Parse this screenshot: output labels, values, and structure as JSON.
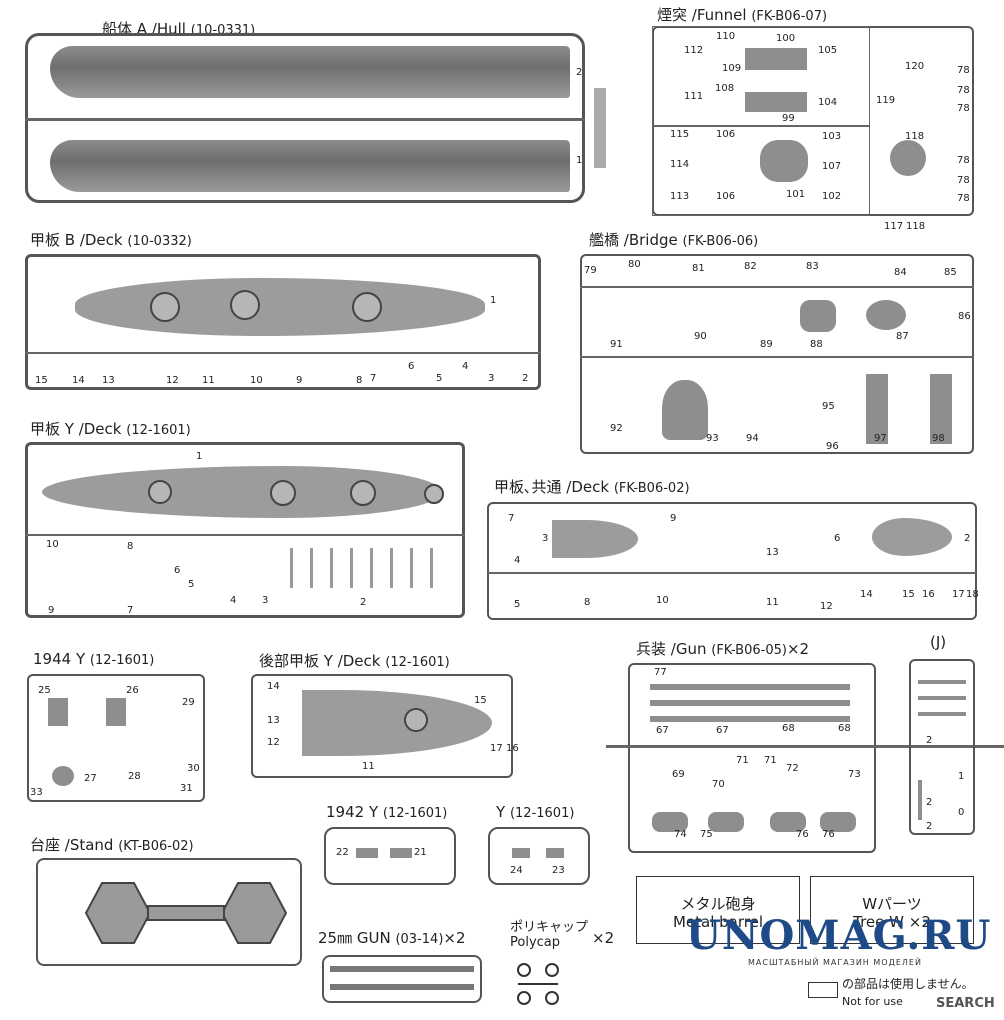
{
  "sprues": {
    "hull": {
      "title": "船体 A /Hull",
      "code": "(10-0331)",
      "parts": [
        "2",
        "1"
      ]
    },
    "funnel": {
      "title": "煙突 /Funnel",
      "code": "(FK-B06-07)",
      "parts": [
        "110",
        "112",
        "109",
        "108",
        "111",
        "100",
        "105",
        "104",
        "99",
        "120",
        "119",
        "78",
        "78",
        "78",
        "115",
        "106",
        "103",
        "114",
        "107",
        "118",
        "78",
        "78",
        "78",
        "113",
        "106",
        "101",
        "102",
        "117",
        "118"
      ]
    },
    "deck_b": {
      "title": "甲板 B /Deck",
      "code": "(10-0332)",
      "parts": [
        "1",
        "15",
        "14",
        "13",
        "12",
        "11",
        "10",
        "9",
        "8",
        "7",
        "6",
        "5",
        "4",
        "3",
        "2"
      ]
    },
    "bridge": {
      "title": "艦橋 /Bridge",
      "code": "(FK-B06-06)",
      "parts": [
        "79",
        "80",
        "81",
        "82",
        "83",
        "84",
        "85",
        "91",
        "90",
        "89",
        "88",
        "87",
        "86",
        "92",
        "93",
        "94",
        "95",
        "96",
        "97",
        "98"
      ]
    },
    "deck_y": {
      "title": "甲板 Y /Deck",
      "code": "(12-1601)",
      "parts": [
        "1",
        "10",
        "8",
        "6",
        "9",
        "7",
        "5",
        "4",
        "3",
        "2"
      ]
    },
    "deck_common": {
      "title": "甲板､共通 /Deck",
      "code": "(FK-B06-02)",
      "parts": [
        "7",
        "3",
        "4",
        "9",
        "13",
        "6",
        "2",
        "5",
        "8",
        "10",
        "11",
        "12",
        "14",
        "15",
        "16",
        "17",
        "18"
      ]
    },
    "y1944": {
      "title": "1944 Y",
      "code": "(12-1601)",
      "parts": [
        "25",
        "26",
        "29",
        "27",
        "28",
        "30",
        "33",
        "31"
      ]
    },
    "rear_deck": {
      "title": "後部甲板 Y /Deck",
      "code": "(12-1601)",
      "parts": [
        "14",
        "13",
        "12",
        "15",
        "11",
        "17",
        "16"
      ]
    },
    "gun": {
      "title": "兵装 /Gun",
      "code": "(FK-B06-05)",
      "suffix": "×2",
      "parts": [
        "77",
        "67",
        "67",
        "68",
        "68",
        "69",
        "70",
        "71",
        "71",
        "72",
        "73",
        "74",
        "75",
        "76",
        "76"
      ]
    },
    "j": {
      "title": "(J)",
      "parts": [
        "1",
        "2",
        "2",
        "0",
        "2"
      ]
    },
    "y1942": {
      "title": "1942 Y",
      "code": "(12-1601)",
      "parts": [
        "22",
        "21"
      ]
    },
    "y": {
      "title": "Y",
      "code": "(12-1601)",
      "parts": [
        "24",
        "23"
      ]
    },
    "stand": {
      "title": "台座 /Stand",
      "code": "(KT-B06-02)"
    },
    "gun25": {
      "title": "25㎜ GUN",
      "code": "(03-14)",
      "suffix": "×2"
    },
    "polycap": {
      "title": "ポリキャップ",
      "title2": "Polycap",
      "suffix": "×2"
    }
  },
  "boxes": {
    "metal": {
      "line1": "メタル砲身",
      "line2": "Metal barrel"
    },
    "wparts": {
      "line1": "Wパーツ",
      "line2": "Tree W",
      "suffix": "×2"
    }
  },
  "notes": {
    "unused_jp": "の部品は使用しません。",
    "unused_en": "Not for use"
  },
  "watermark": {
    "brand": "UNOMAG.RU",
    "tagline": "МАСШТАБНЫЙ МАГАЗИН МОДЕЛЕЙ",
    "corner": "SEARCH"
  },
  "colors": {
    "plastic": "#8e8e8e",
    "frame": "#555555",
    "logo": "#1e4b87"
  }
}
